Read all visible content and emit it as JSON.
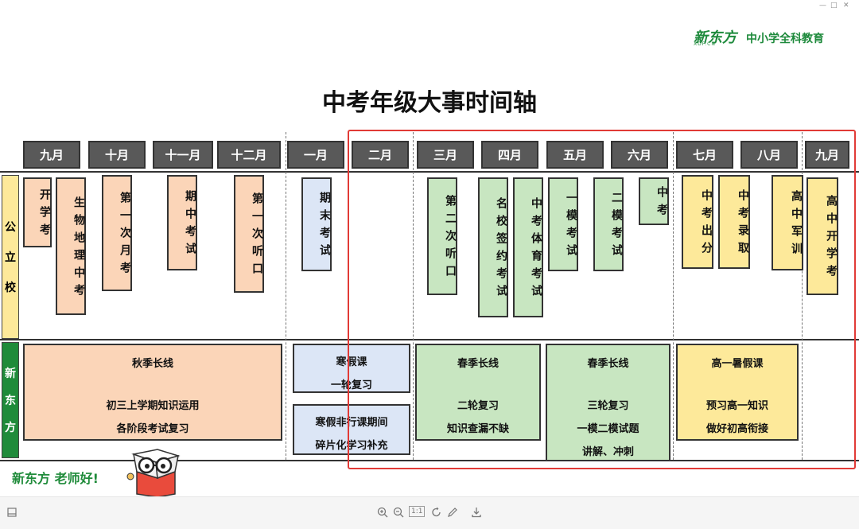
{
  "brand": {
    "logo": "新东方",
    "logo_sub": "XDF.CN",
    "tagline": "中小学全科教育"
  },
  "title": "中考年级大事时间轴",
  "months": [
    "九月",
    "十月",
    "十一月",
    "十二月",
    "一月",
    "二月",
    "三月",
    "四月",
    "五月",
    "六月",
    "七月",
    "八月",
    "九月"
  ],
  "row_labels": {
    "public": [
      "公",
      "立",
      "校"
    ],
    "xdf": [
      "新",
      "东",
      "方"
    ]
  },
  "public_events": [
    {
      "text": "开学考",
      "color": "orange"
    },
    {
      "text": "生物地理中考",
      "color": "orange"
    },
    {
      "text": "第一次月考",
      "color": "orange"
    },
    {
      "text": "期中考试",
      "color": "orange"
    },
    {
      "text": "第一次听口",
      "color": "orange"
    },
    {
      "text": "期末考试",
      "color": "blue"
    },
    {
      "text": "第二次听口",
      "color": "green"
    },
    {
      "text": "名校签约考试",
      "color": "green"
    },
    {
      "text": "中考体育考试",
      "color": "green"
    },
    {
      "text": "一模考试",
      "color": "green"
    },
    {
      "text": "二模考试",
      "color": "green"
    },
    {
      "text": "中考",
      "color": "green"
    },
    {
      "text": "中考出分",
      "color": "yellow"
    },
    {
      "text": "中考录取",
      "color": "yellow"
    },
    {
      "text": "高中军训",
      "color": "yellow"
    },
    {
      "text": "高中开学考",
      "color": "yellow"
    }
  ],
  "courses": {
    "autumn": {
      "title": "秋季长线",
      "line1": "初三上学期知识运用",
      "line2": "各阶段考试复习"
    },
    "winter": {
      "title": "寒假课",
      "line1": "一轮复习"
    },
    "winter_gap": {
      "line1": "寒假非行课期间",
      "line2": "碎片化学习补充"
    },
    "spring1": {
      "title": "春季长线",
      "line1": "二轮复习",
      "line2": "知识查漏不缺"
    },
    "spring2": {
      "title": "春季长线",
      "line1": "三轮复习",
      "line2": "一模二模试题",
      "line3": "讲解、冲刺"
    },
    "summer": {
      "title": "高一暑假课",
      "line1": "预习高一知识",
      "line2": "做好初高衔接"
    }
  },
  "greeting": "新东方 老师好!",
  "toolbar": {
    "page_indicator": "1:1"
  },
  "colors": {
    "brand_green": "#1f8b3a",
    "highlight_red": "#e13a36",
    "month_header": "#595959"
  }
}
